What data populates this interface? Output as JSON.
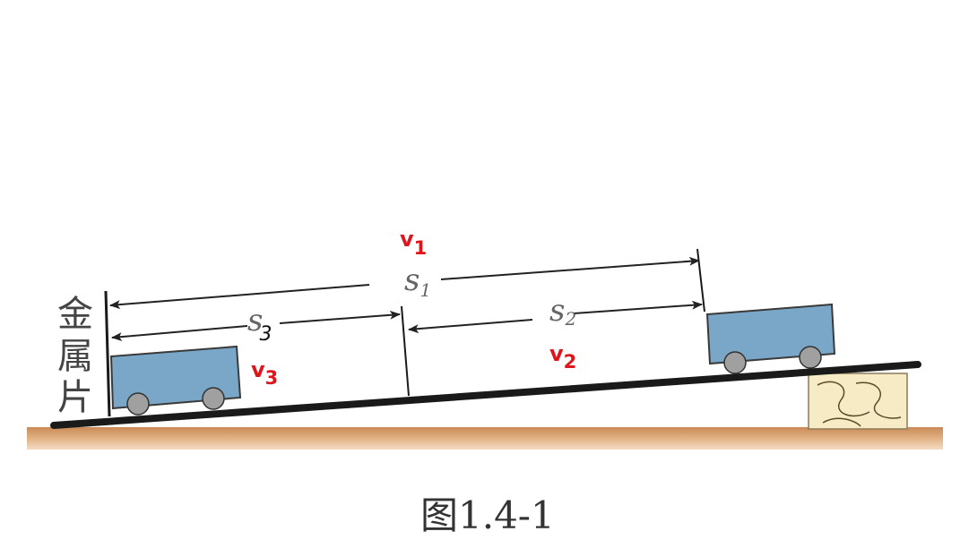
{
  "colors": {
    "velocity": "#e0151b",
    "cart_body": "#7aa7c7",
    "ground": "#d8a574",
    "block": "#f6ebc4",
    "track": "#1a1a1a"
  },
  "labels": {
    "metal_sheet": [
      "金",
      "属",
      "片"
    ],
    "s1": "s",
    "s1_sub": "1",
    "s2": "s",
    "s2_sub": "2",
    "s3": "s",
    "s3_sub": "3",
    "v1": "v",
    "v1_sub": "1",
    "v2": "v",
    "v2_sub": "2",
    "v3": "v",
    "v3_sub": "3"
  },
  "caption": "图1.4-1"
}
